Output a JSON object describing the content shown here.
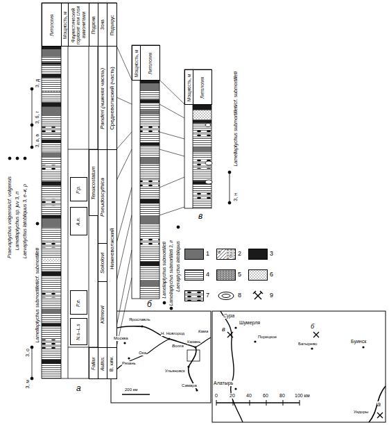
{
  "diagram": {
    "nodes": [
      {
        "text": [
          "Подъярус"
        ]
      },
      {
        "text": [
          "Зона"
        ]
      },
      {
        "text": [
          "Подзона"
        ]
      },
      {
        "text": [
          "Фаунистический горизонт или слои аммонитами"
        ]
      },
      {
        "text": [
          "Мощность, м"
        ]
      },
      {
        "text": [
          "Литология"
        ]
      },
      {
        "text": [
          "Средневолжский (часть)"
        ]
      },
      {
        "text": [
          "Нижневолжский"
        ]
      },
      {
        "text": [
          "В. ким."
        ]
      },
      {
        "text": [
          "Panderi (нижняя часть)"
        ]
      },
      {
        "text": [
          "Pseudoscythica"
        ]
      },
      {
        "text": [
          "Sokolovi"
        ]
      },
      {
        "text": [
          "Klimovi"
        ]
      },
      {
        "text": [
          "Autiss."
        ]
      },
      {
        "text": [
          "Tenuicostatum"
        ]
      },
      {
        "text": [
          "Fallax"
        ]
      },
      {
        "text": [
          "P.p."
        ]
      },
      {
        "text": [
          "A.n."
        ]
      },
      {
        "text": [
          "P.e."
        ]
      },
      {
        "text": [
          "N.s–L.s"
        ]
      },
      {
        "text": [
          "Мощность, м"
        ]
      },
      {
        "text": [
          "Литология"
        ]
      },
      {
        "text": [
          "Мощность, м"
        ]
      },
      {
        "text": [
          "Литология"
        ]
      }
    ],
    "labels": [
      "3, д",
      "3, б, г",
      "3, а, в",
      "Laevaptychus latobliquus 3, е–к, р",
      "Lamellaptychus sp. juv 3, п",
      "Praevaptychus volgensis/cf. volgensis",
      "Lamellaptychus submortilleti/cf. submortilleti",
      "3, о",
      "3, м",
      "а",
      "Lamellaptychus submortilleti",
      "Lamellaptychus submortilleti 3, л",
      "Laevaptychus latobliquus",
      "б",
      "Lamellaptychus submortilleti/cf. submortilleti",
      "3, н",
      "в",
      "а",
      "б",
      "Ярославль",
      "Москва",
      "Н. Новгород",
      "Казань",
      "Рязань",
      "Ока",
      "Волга",
      "Кама",
      "Ульяновск",
      "Самара",
      "200 км",
      "Сура",
      "Шумерля",
      "Порецкое",
      "в",
      "б",
      "Батырево",
      "Буинск",
      "Алатырь",
      "Ундоры",
      "а",
      "0",
      "20",
      "40",
      "60",
      "80",
      "100 км"
    ],
    "legend": [
      {
        "text": "1"
      },
      {
        "text": "2"
      },
      {
        "text": "3",
        "color": "#1a1a1a"
      },
      {
        "text": "4"
      },
      {
        "text": "5"
      },
      {
        "text": "6"
      },
      {
        "text": "7"
      },
      {
        "text": "8"
      },
      {
        "text": "9"
      }
    ]
  }
}
